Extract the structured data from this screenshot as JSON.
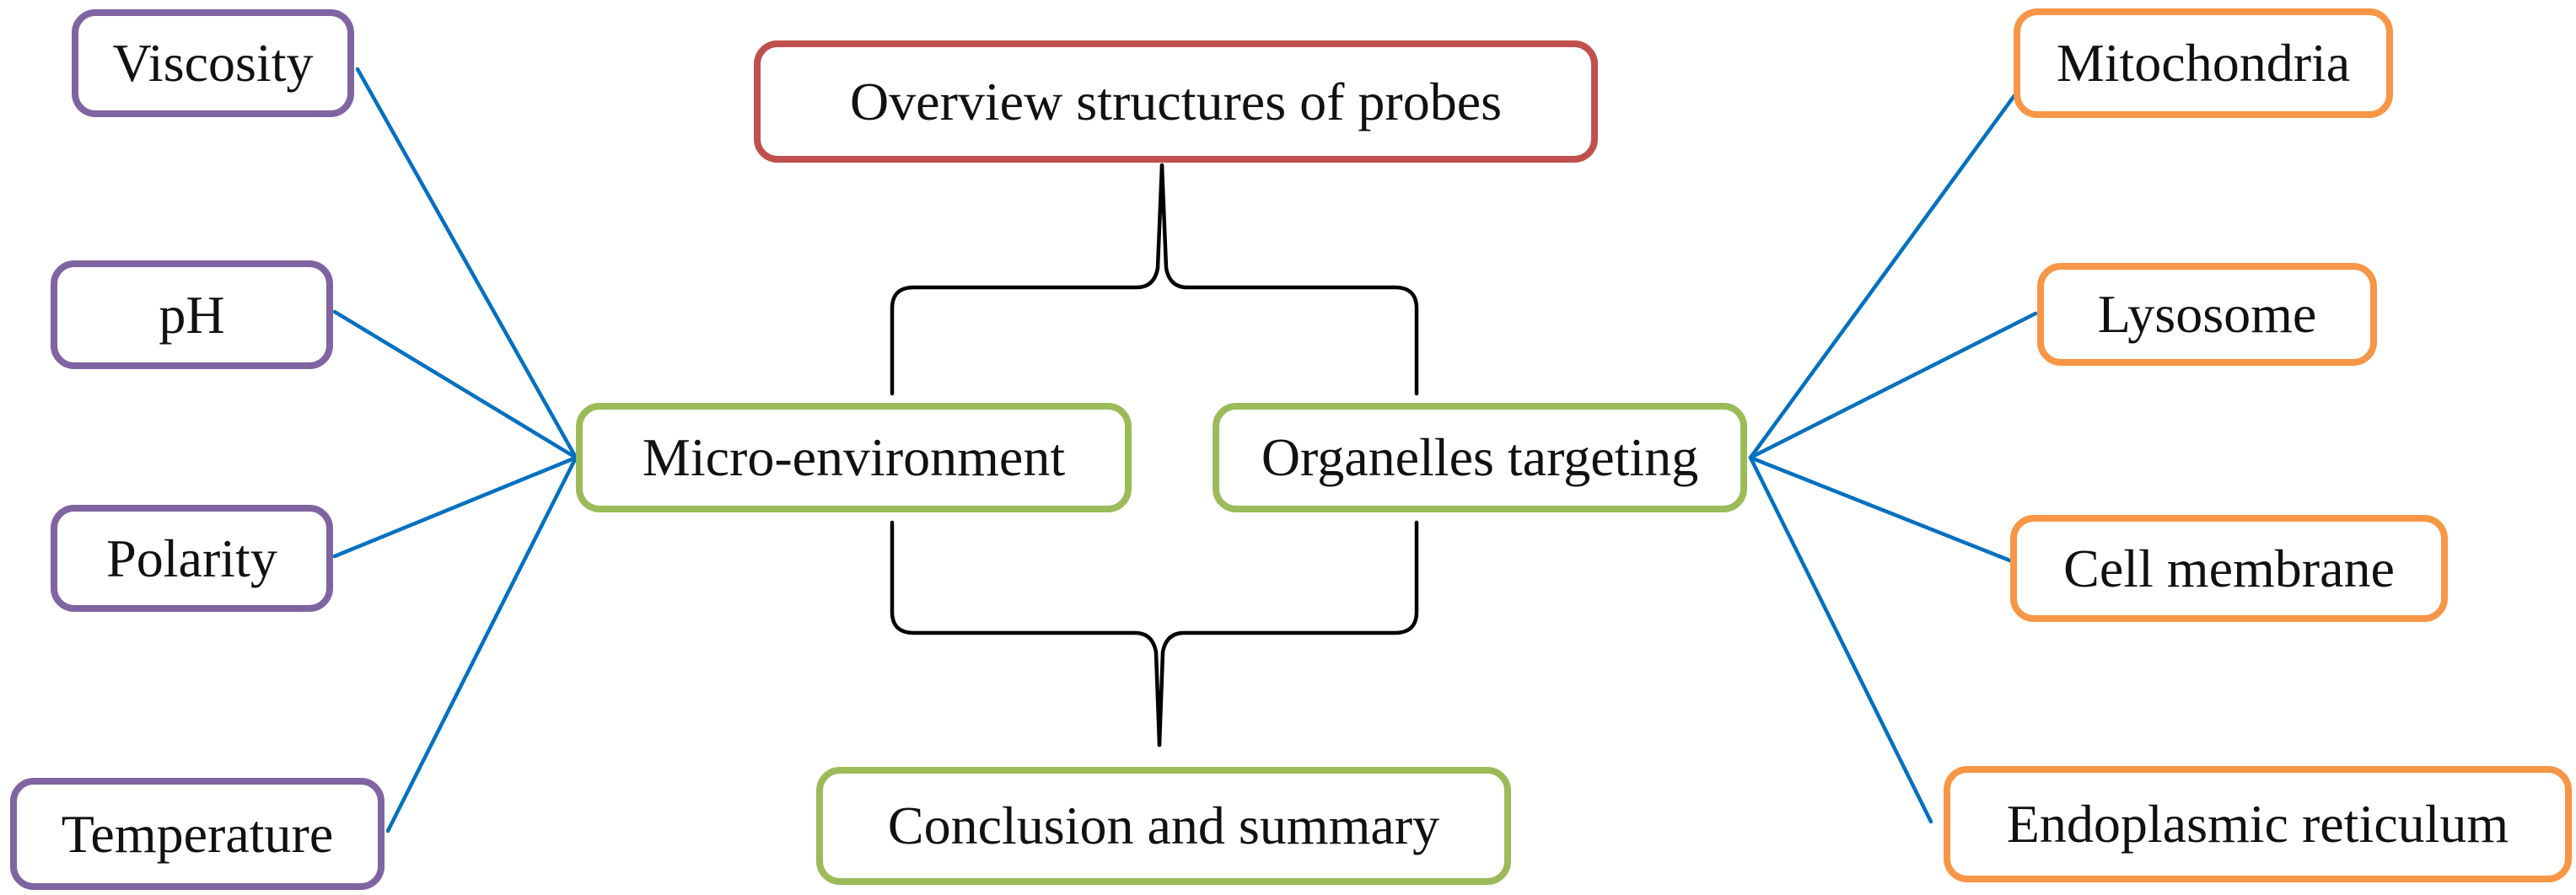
{
  "diagram": {
    "title_node": {
      "label": "Overview structures of probes"
    },
    "hub_left": {
      "label": "Micro-environment"
    },
    "hub_right": {
      "label": "Organelles targeting"
    },
    "bottom_node": {
      "label": "Conclusion and summary"
    },
    "left_nodes": [
      {
        "label": "Viscosity"
      },
      {
        "label": "pH"
      },
      {
        "label": "Polarity"
      },
      {
        "label": "Temperature"
      }
    ],
    "right_nodes": [
      {
        "label": "Mitochondria"
      },
      {
        "label": "Lysosome"
      },
      {
        "label": "Cell membrane"
      },
      {
        "label": "Endoplasmic reticulum"
      }
    ],
    "edges": [
      {
        "from": "Micro-environment",
        "to": "Viscosity"
      },
      {
        "from": "Micro-environment",
        "to": "pH"
      },
      {
        "from": "Micro-environment",
        "to": "Polarity"
      },
      {
        "from": "Micro-environment",
        "to": "Temperature"
      },
      {
        "from": "Organelles targeting",
        "to": "Mitochondria"
      },
      {
        "from": "Organelles targeting",
        "to": "Lysosome"
      },
      {
        "from": "Organelles targeting",
        "to": "Cell membrane"
      },
      {
        "from": "Organelles targeting",
        "to": "Endoplasmic reticulum"
      },
      {
        "from": "Overview structures of probes",
        "to": "Micro-environment / Organelles targeting",
        "style": "brace"
      },
      {
        "from": "Micro-environment / Organelles targeting",
        "to": "Conclusion and summary",
        "style": "brace"
      }
    ],
    "colors": {
      "purple": "#8064A2",
      "red": "#C0504D",
      "green": "#9BBB59",
      "orange": "#F79646",
      "connector": "#0070C0",
      "brace": "#000000"
    }
  }
}
